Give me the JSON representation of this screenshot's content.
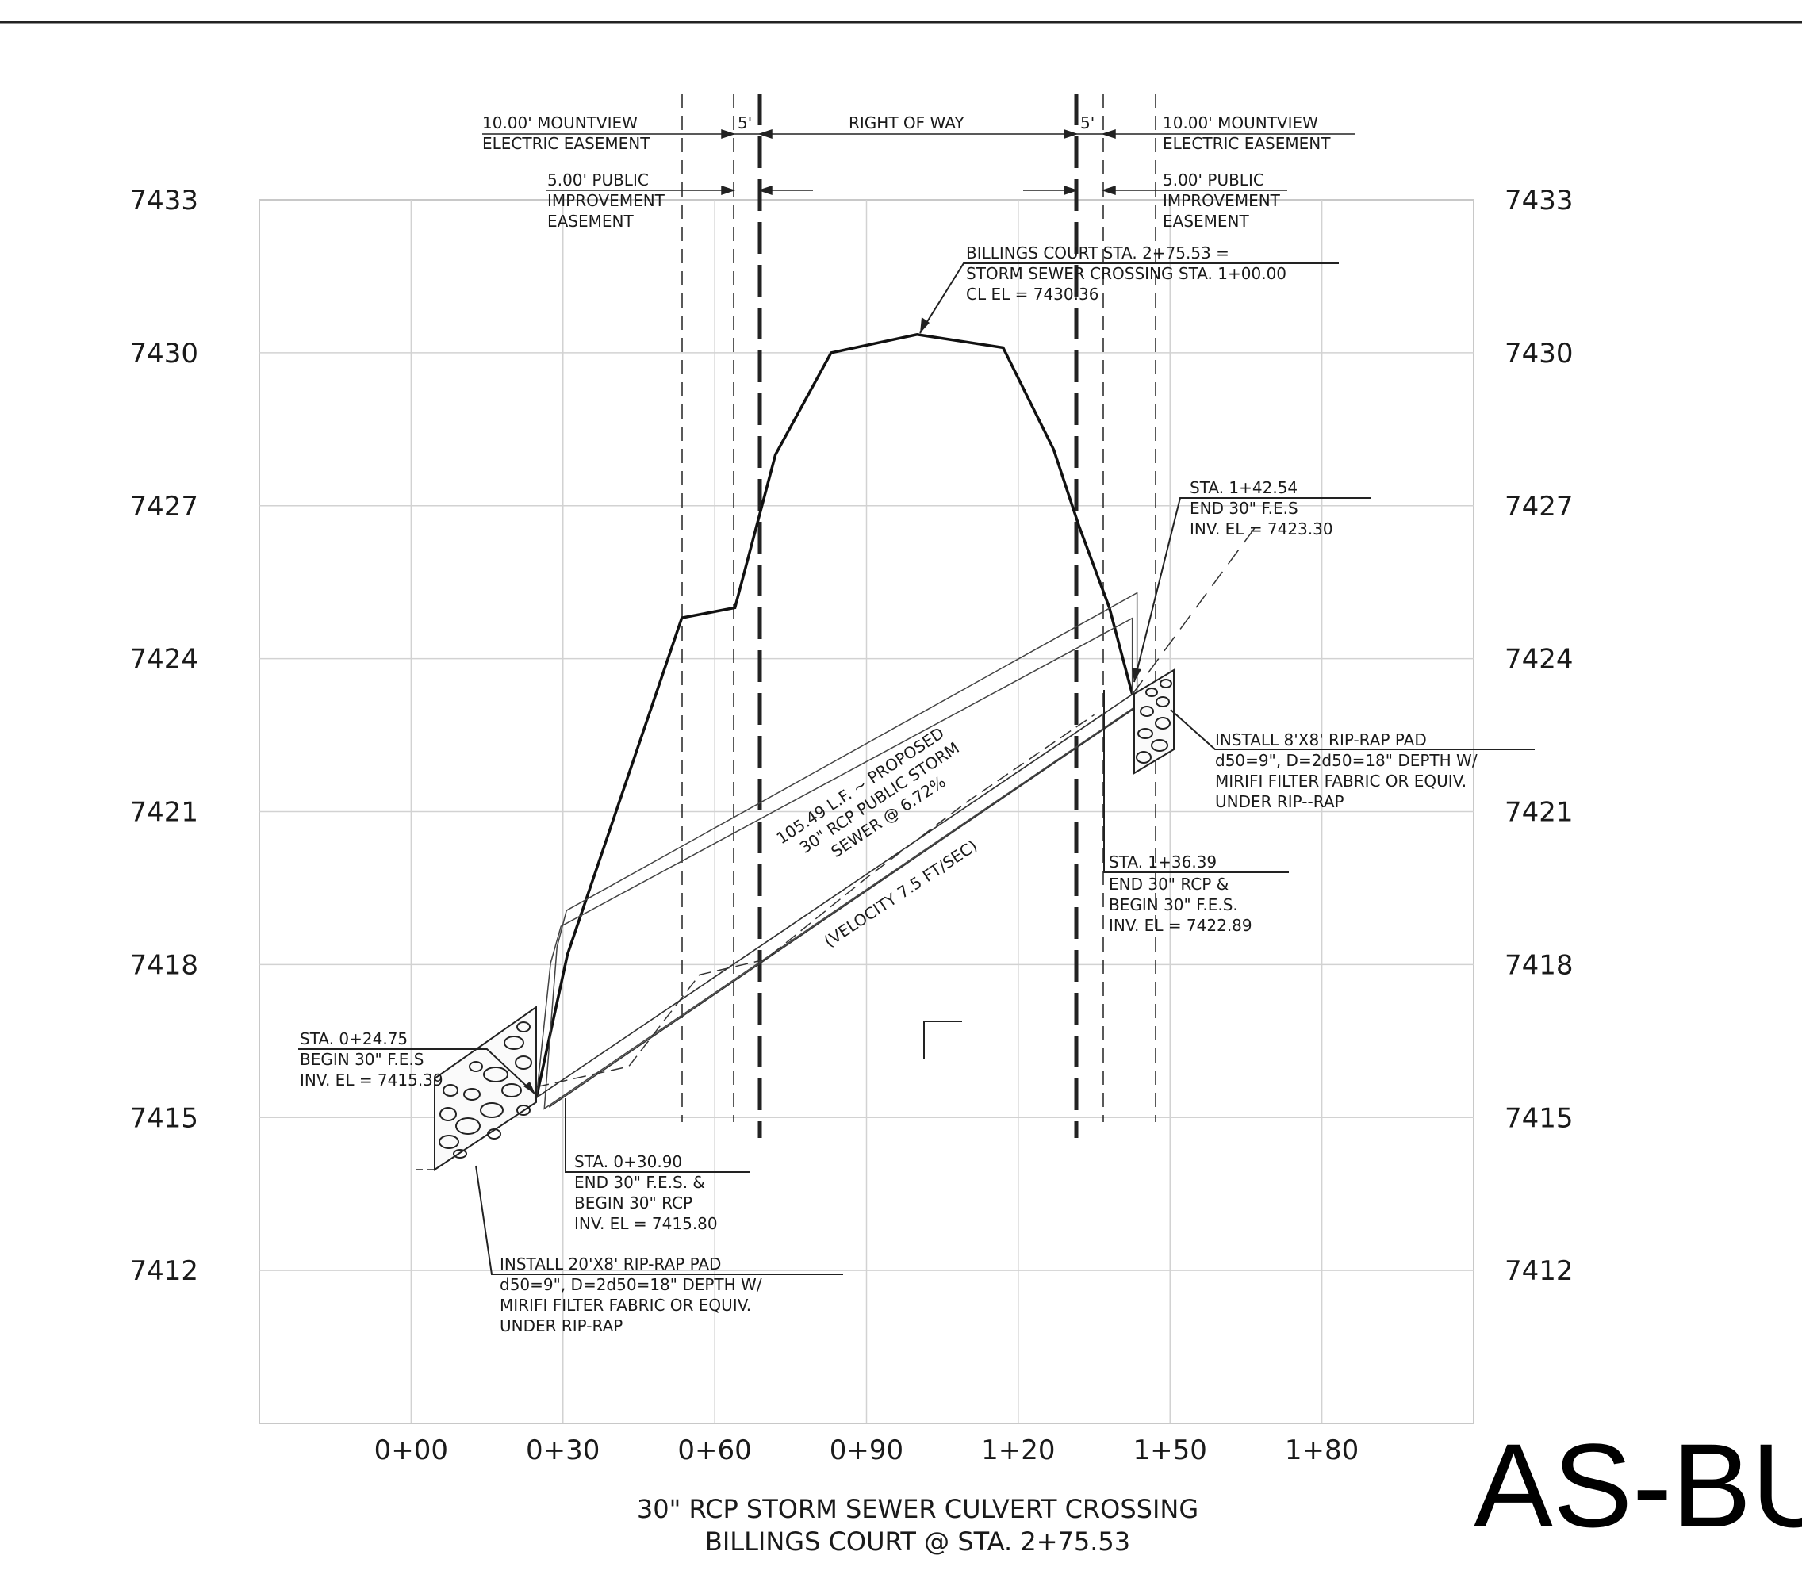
{
  "chart_data": {
    "type": "line",
    "x_label_ticks": [
      "0+00",
      "0+30",
      "0+60",
      "0+90",
      "1+20",
      "1+50",
      "1+80"
    ],
    "x_tick_values": [
      0,
      30,
      60,
      90,
      120,
      150,
      180
    ],
    "x_range": [
      -30,
      210
    ],
    "y_ticks": [
      7433,
      7430,
      7427,
      7424,
      7421,
      7418,
      7415,
      7412
    ],
    "y_range": [
      7409,
      7433
    ],
    "grid": true,
    "series": [
      {
        "role": "existing ground profile",
        "x": [
          24.75,
          30.9,
          53.5,
          64,
          72,
          83,
          100,
          117,
          127,
          132,
          138,
          142.54
        ],
        "y": [
          7415.39,
          7418.2,
          7424.8,
          7425,
          7428,
          7430,
          7430.36,
          7430.1,
          7428.1,
          7426.6,
          7425,
          7423.3
        ]
      },
      {
        "role": "pipe invert",
        "x": [
          24.75,
          142.54
        ],
        "y": [
          7415.39,
          7423.3
        ]
      },
      {
        "role": "future grade",
        "x": [
          142.54,
          167
        ],
        "y": [
          7423.3,
          7426.6
        ]
      },
      {
        "role": "as-built hydraulic grade",
        "x": [
          24.75,
          43,
          57,
          70,
          90,
          110,
          135
        ],
        "y": [
          7415.6,
          7416,
          7417.8,
          7418.1,
          7419.7,
          7421.2,
          7422.9
        ]
      }
    ]
  },
  "easement_labels": {
    "left_electric_1": "10.00' MOUNTVIEW",
    "left_electric_2": "ELECTRIC EASEMENT",
    "left_public_1": "5.00' PUBLIC",
    "left_public_2": "IMPROVEMENT",
    "left_public_3": "EASEMENT",
    "five_left": "5'",
    "right_of_way": "RIGHT OF WAY",
    "five_right": "5'",
    "right_electric_1": "10.00' MOUNTVIEW",
    "right_electric_2": "ELECTRIC EASEMENT",
    "right_public_1": "5.00' PUBLIC",
    "right_public_2": "IMPROVEMENT",
    "right_public_3": "EASEMENT"
  },
  "callouts": {
    "crossing_1": "BILLINGS COURT STA. 2+75.53 =",
    "crossing_2": "STORM SEWER CROSSING STA. 1+00.00",
    "crossing_3": "CL EL = 7430.36",
    "end_fes_1": "STA. 1+42.54",
    "end_fes_2": "END 30\" F.E.S",
    "end_fes_3": "INV. EL = 7423.30",
    "riprap_right_1": "INSTALL 8'X8' RIP-RAP PAD",
    "riprap_right_2": "d50=9\", D=2d50=18\" DEPTH W/",
    "riprap_right_3": "MIRIFI FILTER FABRIC OR EQUIV.",
    "riprap_right_4": "UNDER RIP--RAP",
    "end_rcp_1": "STA. 1+36.39",
    "end_rcp_2": "END 30\" RCP &",
    "end_rcp_3": "BEGIN 30\" F.E.S.",
    "end_rcp_4": "INV. EL = 7422.89",
    "begin_fes_1": "STA. 0+24.75",
    "begin_fes_2": "BEGIN 30\" F.E.S",
    "begin_fes_3": "INV. EL = 7415.39",
    "begin_rcp_1": "STA. 0+30.90",
    "begin_rcp_2": "END 30\" F.E.S. &",
    "begin_rcp_3": "BEGIN 30\" RCP",
    "begin_rcp_4": "INV. EL = 7415.80",
    "riprap_left_1": "INSTALL 20'X8' RIP-RAP PAD",
    "riprap_left_2": "d50=9\", D=2d50=18\" DEPTH W/",
    "riprap_left_3": "MIRIFI FILTER FABRIC OR EQUIV.",
    "riprap_left_4": "UNDER RIP-RAP",
    "pipe_1": "105.49 L.F. ~ PROPOSED",
    "pipe_2": "30\" RCP PUBLIC STORM",
    "pipe_3": "SEWER @ 6.72%",
    "velocity": "(VELOCITY 7.5 FT/SEC)"
  },
  "title": {
    "line1": "30\" RCP STORM SEWER CULVERT CROSSING",
    "line2": "BILLINGS COURT @ STA. 2+75.53"
  },
  "stamp": "AS-BU"
}
